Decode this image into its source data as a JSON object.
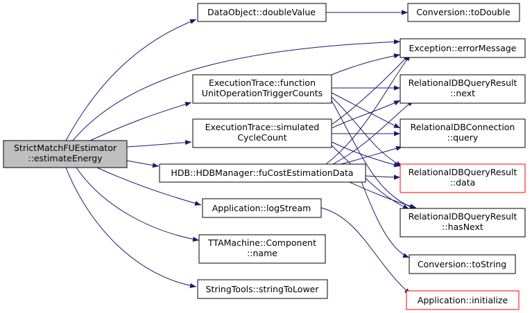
{
  "colors": {
    "edge": "#191970",
    "root_fill": "#bfbfbf",
    "node_border": "#000000",
    "incomplete_border": "#ff0000"
  },
  "nodes": {
    "root": [
      "StrictMatchFUEstimator",
      "::estimateEnergy"
    ],
    "doubleValue": [
      "DataObject::doubleValue"
    ],
    "toDouble": [
      "Conversion::toDouble"
    ],
    "errorMessage": [
      "Exception::errorMessage"
    ],
    "functionUnit": [
      "ExecutionTrace::function",
      "UnitOperationTriggerCounts"
    ],
    "next": [
      "RelationalDBQueryResult",
      "::next"
    ],
    "simulated": [
      "ExecutionTrace::simulated",
      "CycleCount"
    ],
    "query": [
      "RelationalDBConnection",
      "::query"
    ],
    "fuCost": [
      "HDB::HDBManager::fuCostEstimationData"
    ],
    "data": [
      "RelationalDBQueryResult",
      "::data"
    ],
    "logStream": [
      "Application::logStream"
    ],
    "hasNext": [
      "RelationalDBQueryResult",
      "::hasNext"
    ],
    "component": [
      "TTAMachine::Component",
      "::name"
    ],
    "toString": [
      "Conversion::toString"
    ],
    "stringToLower": [
      "StringTools::stringToLower"
    ],
    "initialize": [
      "Application::initialize"
    ]
  }
}
